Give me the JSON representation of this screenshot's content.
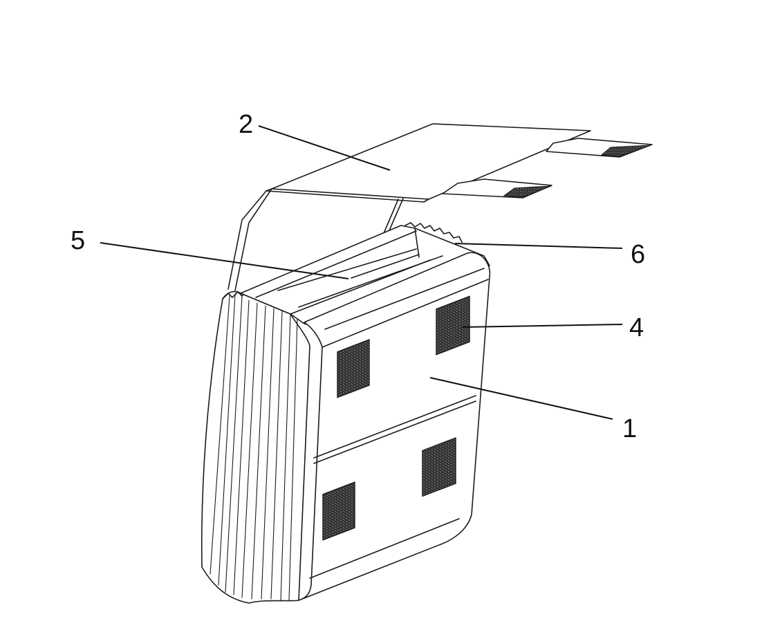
{
  "colors": {
    "background": "#ffffff",
    "line": "#1a1a1a",
    "patch_dark": "#3a3a3a"
  },
  "labels": {
    "part_1": "1",
    "part_2": "2",
    "part_4": "4",
    "part_5": "5",
    "part_6": "6"
  }
}
